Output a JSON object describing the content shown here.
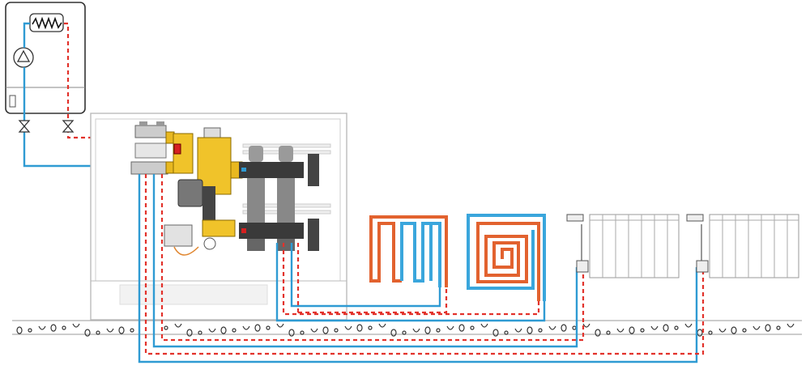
{
  "colors": {
    "supply_pipe": "#e2322b",
    "return_pipe": "#2f9bd3",
    "brass": "#e8b820",
    "manifold": "#3a3a3a",
    "floor_loop_hot": "#e2622f",
    "floor_loop_cold": "#3aa6dc"
  },
  "components": [
    "boiler",
    "mixing-unit",
    "underfloor-manifold",
    "meander-floor-loop",
    "spiral-floor-loop",
    "radiator",
    "radiator",
    "floor-slab"
  ]
}
